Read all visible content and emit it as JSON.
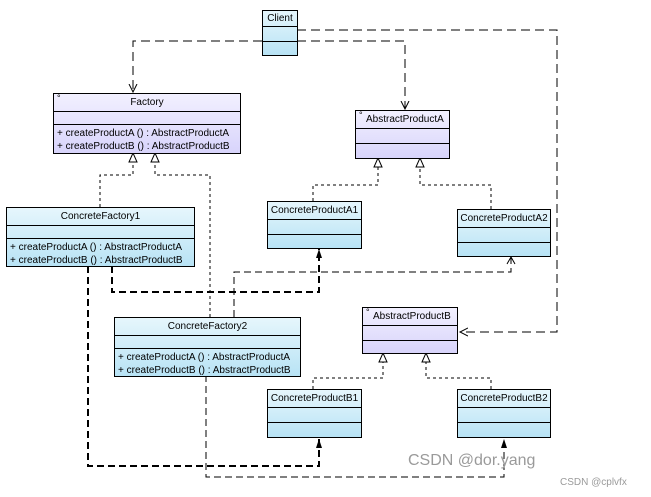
{
  "client": {
    "name": "Client"
  },
  "factory": {
    "name": "Factory",
    "stereotype_mark": "°",
    "ops": [
      "+ createProductA () : AbstractProductA",
      "+ createProductB () : AbstractProductB"
    ]
  },
  "concrete_factory1": {
    "name": "ConcreteFactory1",
    "ops": [
      "+ createProductA () : AbstractProductA",
      "+ createProductB () : AbstractProductB"
    ]
  },
  "concrete_factory2": {
    "name": "ConcreteFactory2",
    "ops": [
      "+ createProductA () : AbstractProductA",
      "+ createProductB () : AbstractProductB"
    ]
  },
  "abstract_product_a": {
    "name": "AbstractProductA",
    "stereotype_mark": "°"
  },
  "abstract_product_b": {
    "name": "AbstractProductB",
    "stereotype_mark": "°"
  },
  "concrete_product_a1": {
    "name": "ConcreteProductA1"
  },
  "concrete_product_a2": {
    "name": "ConcreteProductA2"
  },
  "concrete_product_b1": {
    "name": "ConcreteProductB1"
  },
  "concrete_product_b2": {
    "name": "ConcreteProductB2"
  },
  "watermark": {
    "main": "CSDN @dor.yang",
    "corner": "CSDN @cplvfx"
  },
  "colors": {
    "concrete_fill": "#c4e8f7",
    "abstract_fill": "#dcd8fb",
    "line": "#000000"
  }
}
